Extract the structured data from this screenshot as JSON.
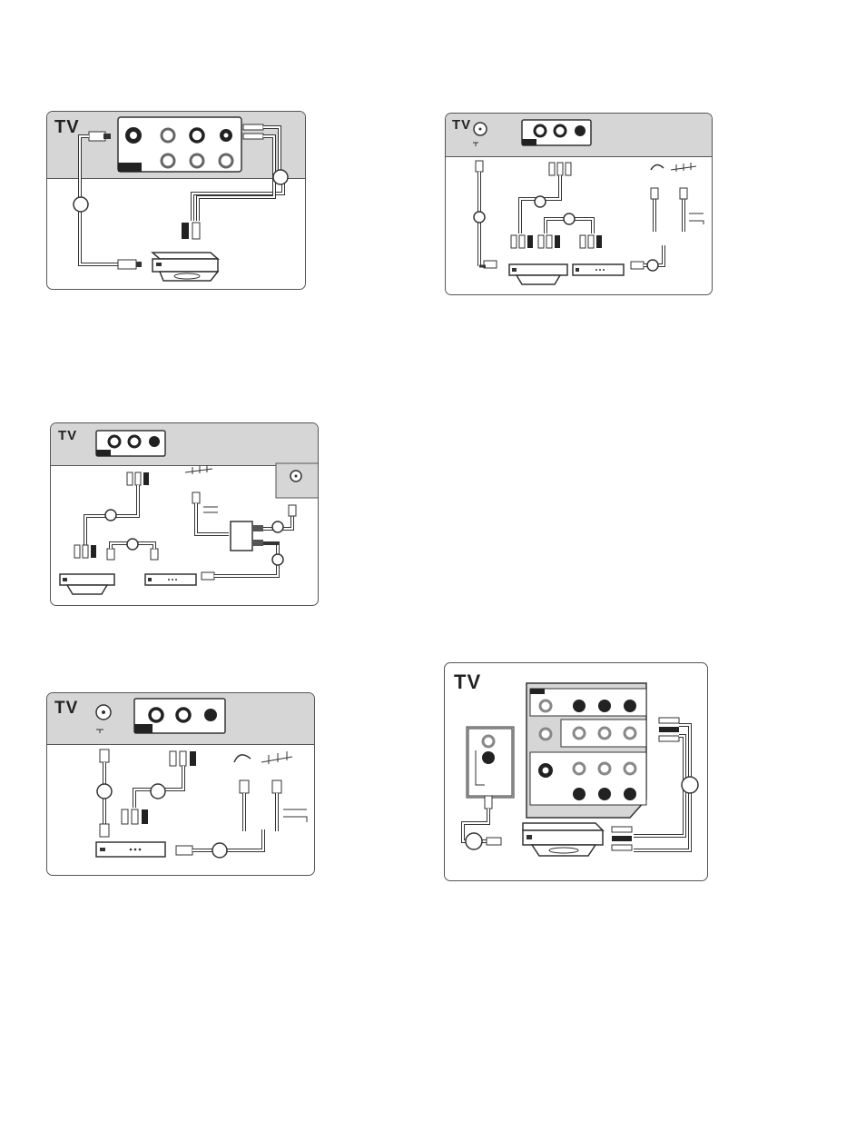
{
  "panels": [
    {
      "id": "p1",
      "label": "TV"
    },
    {
      "id": "p2",
      "label": "TV"
    },
    {
      "id": "p3",
      "label": "TV"
    },
    {
      "id": "p4",
      "label": "TV"
    },
    {
      "id": "p5",
      "label": "TV"
    }
  ],
  "icons": [
    "s-video-jack-icon",
    "rca-jack-icon",
    "antenna-jack-icon",
    "dvd-player-icon",
    "set-top-box-icon",
    "satellite-dish-icon",
    "aerial-antenna-icon",
    "splitter-icon",
    "cable-plug-icon"
  ],
  "colors": {
    "header": "#d6d6d6",
    "stroke": "#333333",
    "jack_dark": "#222222"
  }
}
